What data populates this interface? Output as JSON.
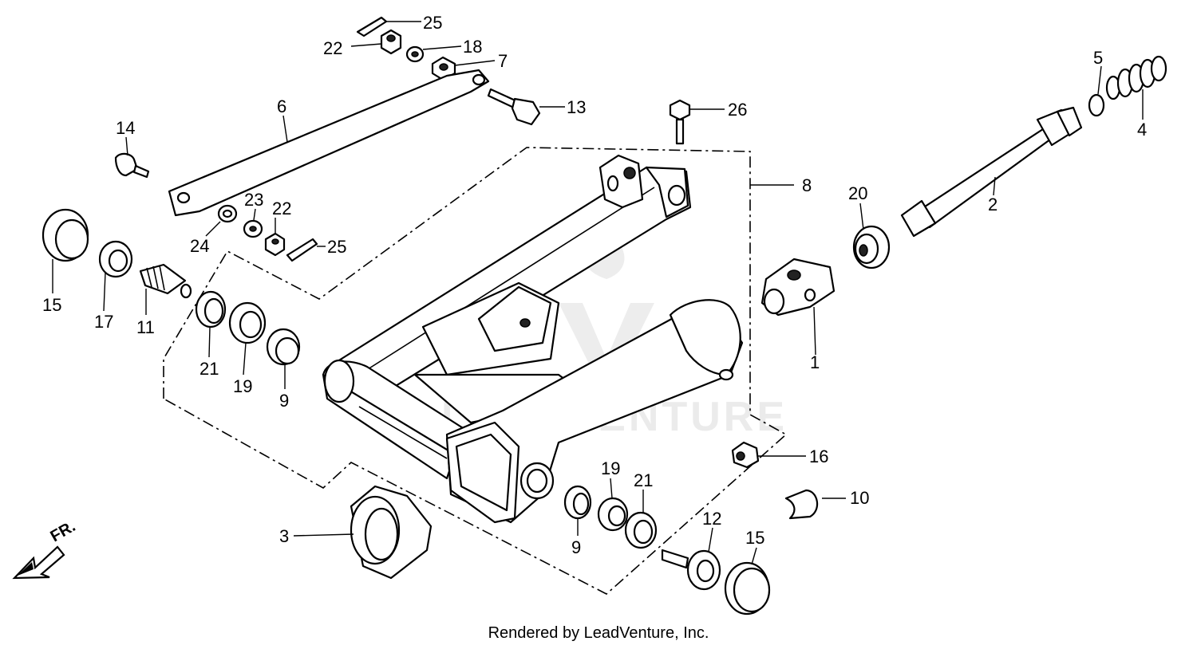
{
  "diagram": {
    "credit": "Rendered by LeadVenture, Inc.",
    "watermark": "LEADVENTURE",
    "direction_label": "FR.",
    "callouts": [
      {
        "id": "c25a",
        "text": "25"
      },
      {
        "id": "c22a",
        "text": "22"
      },
      {
        "id": "c18",
        "text": "18"
      },
      {
        "id": "c7",
        "text": "7"
      },
      {
        "id": "c13",
        "text": "13"
      },
      {
        "id": "c6",
        "text": "6"
      },
      {
        "id": "c14",
        "text": "14"
      },
      {
        "id": "c26",
        "text": "26"
      },
      {
        "id": "c5",
        "text": "5"
      },
      {
        "id": "c4",
        "text": "4"
      },
      {
        "id": "c8",
        "text": "8"
      },
      {
        "id": "c20",
        "text": "20"
      },
      {
        "id": "c2",
        "text": "2"
      },
      {
        "id": "c23",
        "text": "23"
      },
      {
        "id": "c22b",
        "text": "22"
      },
      {
        "id": "c24",
        "text": "24"
      },
      {
        "id": "c25b",
        "text": "25"
      },
      {
        "id": "c15a",
        "text": "15"
      },
      {
        "id": "c17",
        "text": "17"
      },
      {
        "id": "c11",
        "text": "11"
      },
      {
        "id": "c21a",
        "text": "21"
      },
      {
        "id": "c19a",
        "text": "19"
      },
      {
        "id": "c9a",
        "text": "9"
      },
      {
        "id": "c1",
        "text": "1"
      },
      {
        "id": "c16",
        "text": "16"
      },
      {
        "id": "c10",
        "text": "10"
      },
      {
        "id": "c3",
        "text": "3"
      },
      {
        "id": "c19b",
        "text": "19"
      },
      {
        "id": "c21b",
        "text": "21"
      },
      {
        "id": "c9b",
        "text": "9"
      },
      {
        "id": "c12",
        "text": "12"
      },
      {
        "id": "c15b",
        "text": "15"
      }
    ]
  }
}
